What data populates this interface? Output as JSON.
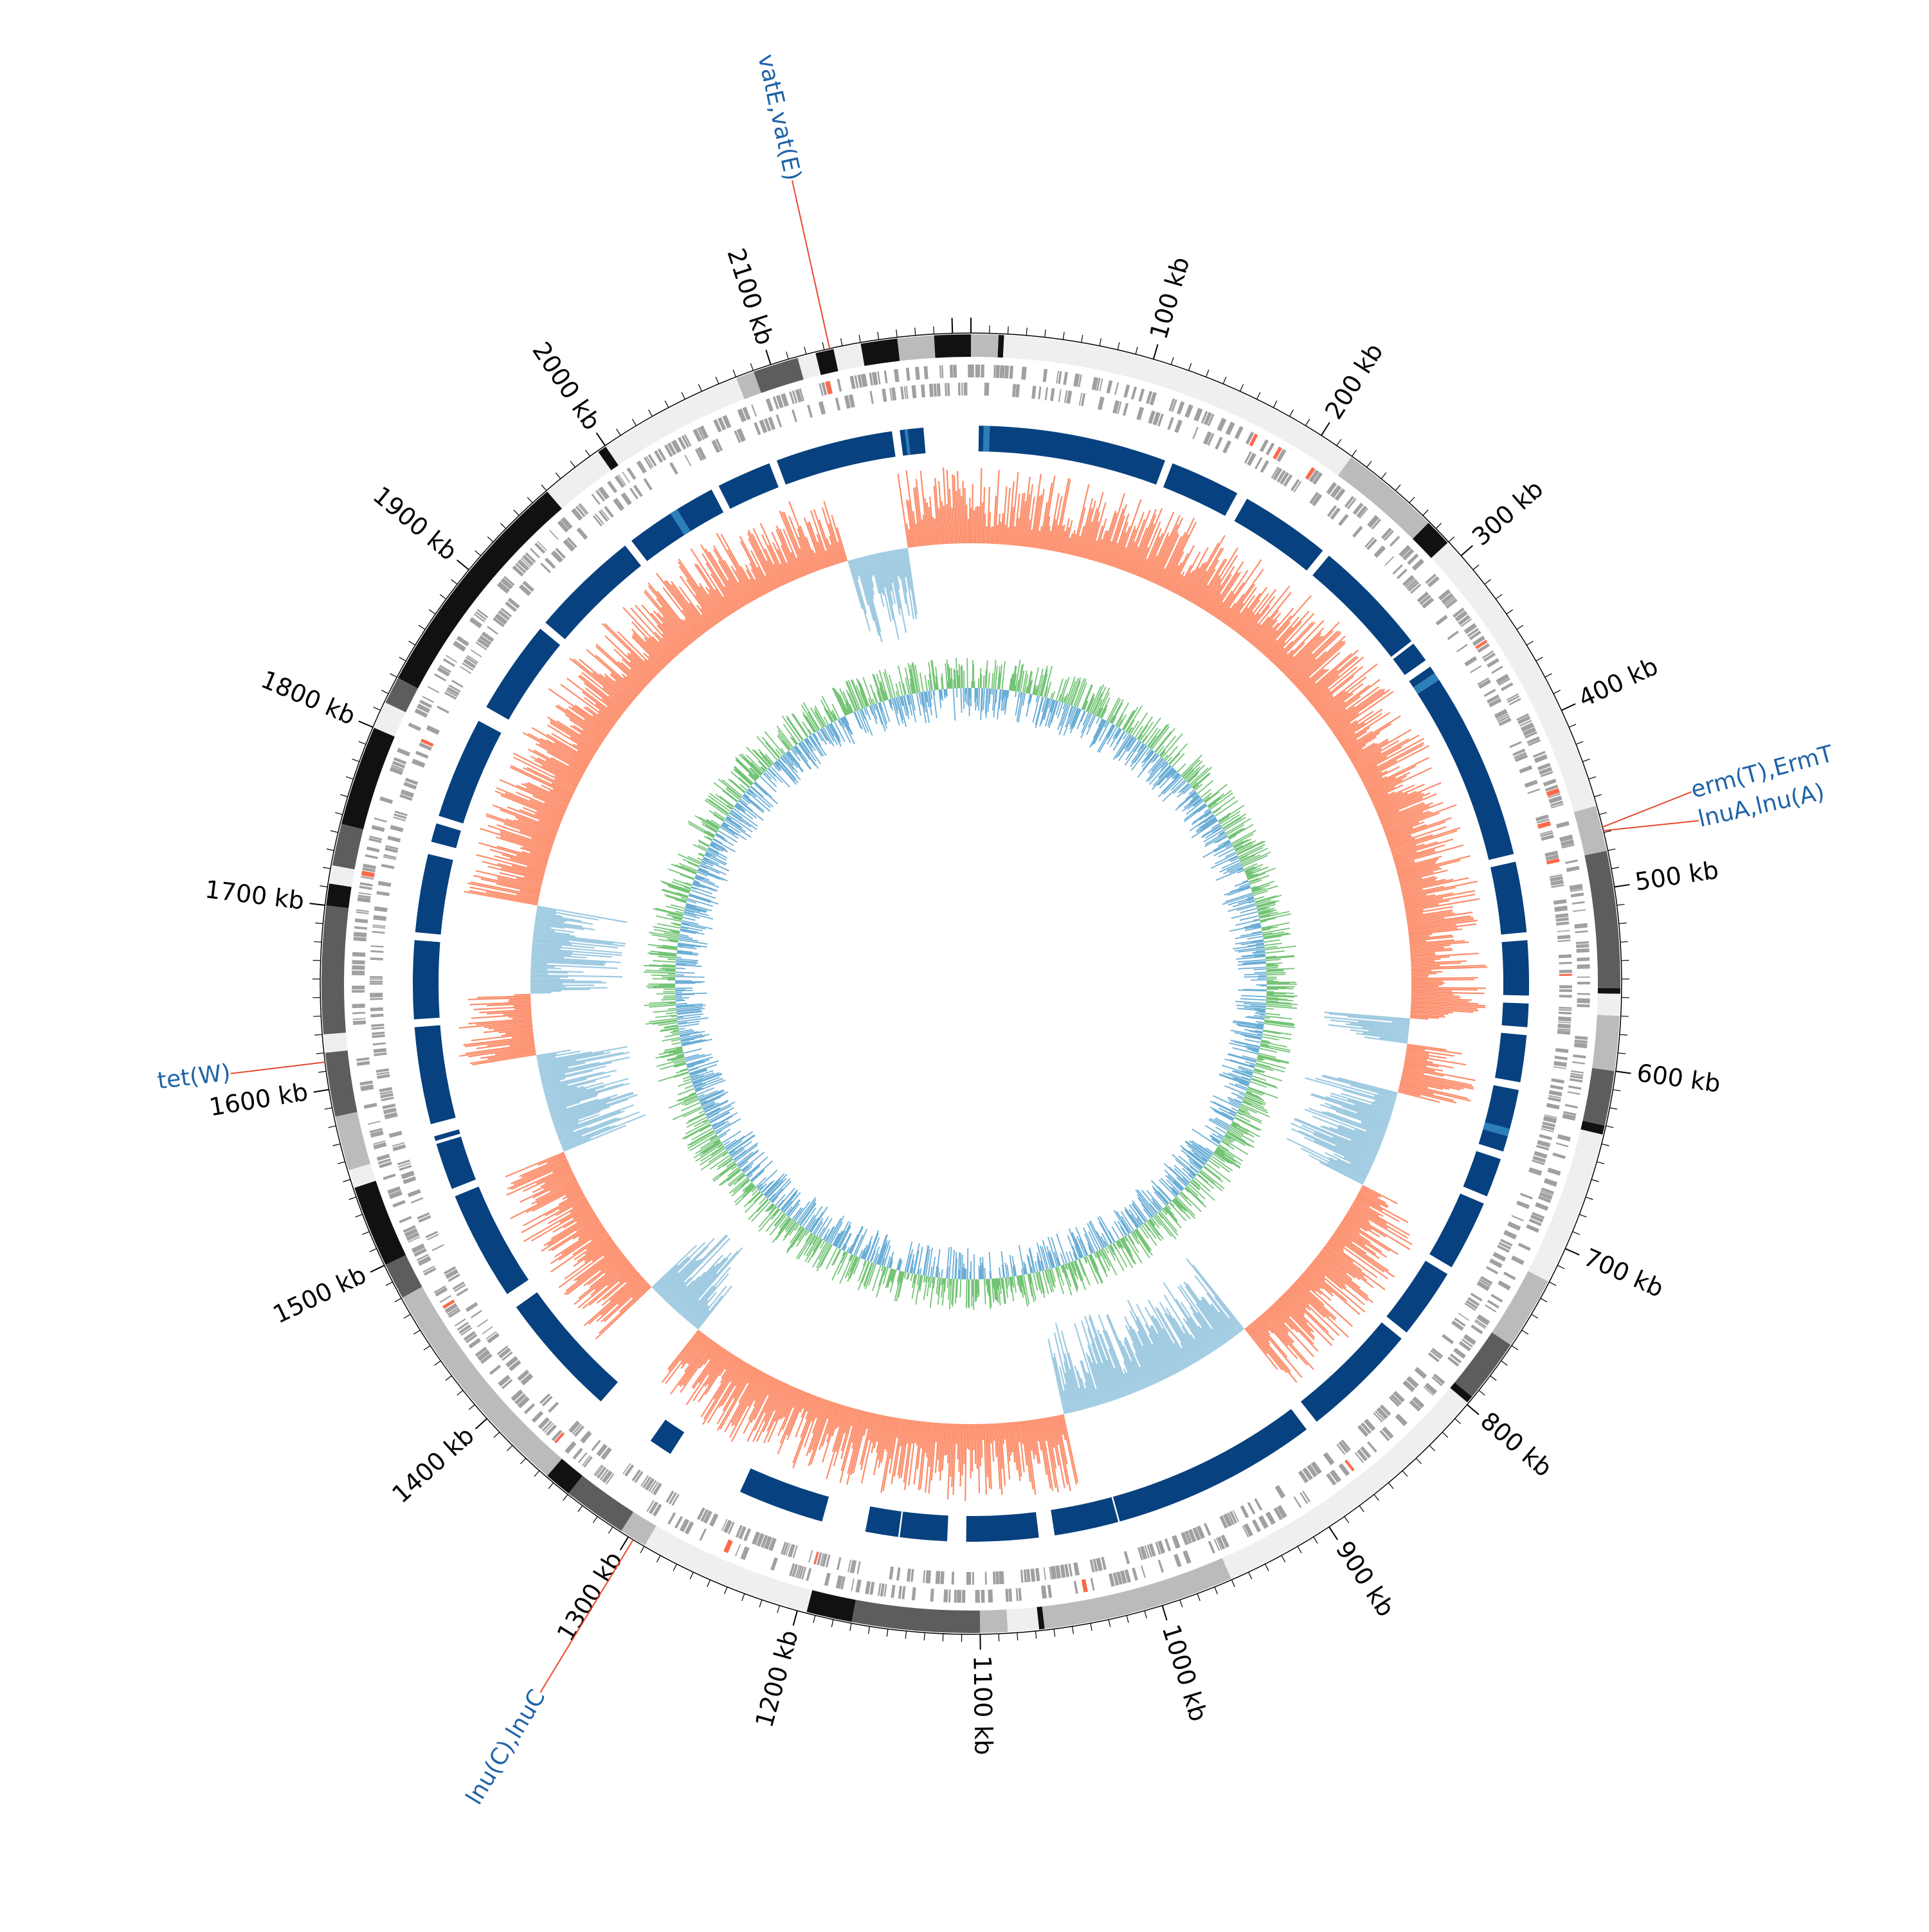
{
  "genome": {
    "length_kb": 2210,
    "tick_step_kb": 100
  },
  "scale_labels": [
    {
      "kb": 100,
      "label": "100 kb"
    },
    {
      "kb": 200,
      "label": "200 kb"
    },
    {
      "kb": 300,
      "label": "300 kb"
    },
    {
      "kb": 400,
      "label": "400 kb"
    },
    {
      "kb": 500,
      "label": "500 kb"
    },
    {
      "kb": 600,
      "label": "600 kb"
    },
    {
      "kb": 700,
      "label": "700 kb"
    },
    {
      "kb": 800,
      "label": "800 kb"
    },
    {
      "kb": 900,
      "label": "900 kb"
    },
    {
      "kb": 1000,
      "label": "1000 kb"
    },
    {
      "kb": 1100,
      "label": "1100 kb"
    },
    {
      "kb": 1200,
      "label": "1200 kb"
    },
    {
      "kb": 1300,
      "label": "1300 kb"
    },
    {
      "kb": 1400,
      "label": "1400 kb"
    },
    {
      "kb": 1500,
      "label": "1500 kb"
    },
    {
      "kb": 1600,
      "label": "1600 kb"
    },
    {
      "kb": 1700,
      "label": "1700 kb"
    },
    {
      "kb": 1800,
      "label": "1800 kb"
    },
    {
      "kb": 1900,
      "label": "1900 kb"
    },
    {
      "kb": 2000,
      "label": "2000 kb"
    },
    {
      "kb": 2100,
      "label": "2100 kb"
    }
  ],
  "gene_annotations": [
    {
      "kb": 2133,
      "label": "vatE,vat(E)"
    },
    {
      "kb": 467,
      "label": "erm(T),ErmT"
    },
    {
      "kb": 469,
      "label": "lnuA,lnu(A)"
    },
    {
      "kb": 1297,
      "label": "lnu(C),lnuC"
    },
    {
      "kb": 1615,
      "label": "tet(W)"
    }
  ],
  "contig_blocks": [
    {
      "start": 0,
      "end": 15,
      "shade": "#bbbbbb"
    },
    {
      "start": 15,
      "end": 18,
      "shade": "#111111"
    },
    {
      "start": 18,
      "end": 220,
      "shade": "#efefef"
    },
    {
      "start": 220,
      "end": 275,
      "shade": "#bbbbbb"
    },
    {
      "start": 275,
      "end": 290,
      "shade": "#111111"
    },
    {
      "start": 290,
      "end": 455,
      "shade": "#efefef"
    },
    {
      "start": 455,
      "end": 480,
      "shade": "#bbbbbb"
    },
    {
      "start": 480,
      "end": 555,
      "shade": "#5d5d5d"
    },
    {
      "start": 555,
      "end": 558,
      "shade": "#111111"
    },
    {
      "start": 558,
      "end": 570,
      "shade": "#efefef"
    },
    {
      "start": 570,
      "end": 600,
      "shade": "#bbbbbb"
    },
    {
      "start": 600,
      "end": 630,
      "shade": "#5d5d5d"
    },
    {
      "start": 630,
      "end": 635,
      "shade": "#111111"
    },
    {
      "start": 635,
      "end": 720,
      "shade": "#efefef"
    },
    {
      "start": 720,
      "end": 760,
      "shade": "#bbbbbb"
    },
    {
      "start": 760,
      "end": 795,
      "shade": "#5d5d5d"
    },
    {
      "start": 795,
      "end": 799,
      "shade": "#111111"
    },
    {
      "start": 799,
      "end": 960,
      "shade": "#efefef"
    },
    {
      "start": 960,
      "end": 1065,
      "shade": "#bbbbbb"
    },
    {
      "start": 1065,
      "end": 1068,
      "shade": "#111111"
    },
    {
      "start": 1068,
      "end": 1085,
      "shade": "#efefef"
    },
    {
      "start": 1085,
      "end": 1100,
      "shade": "#bbbbbb"
    },
    {
      "start": 1100,
      "end": 1170,
      "shade": "#5d5d5d"
    },
    {
      "start": 1170,
      "end": 1195,
      "shade": "#111111"
    },
    {
      "start": 1195,
      "end": 1290,
      "shade": "#efefef"
    },
    {
      "start": 1290,
      "end": 1305,
      "shade": "#bbbbbb"
    },
    {
      "start": 1305,
      "end": 1340,
      "shade": "#5d5d5d"
    },
    {
      "start": 1340,
      "end": 1355,
      "shade": "#111111"
    },
    {
      "start": 1355,
      "end": 1480,
      "shade": "#bbbbbb"
    },
    {
      "start": 1480,
      "end": 1500,
      "shade": "#5d5d5d"
    },
    {
      "start": 1500,
      "end": 1545,
      "shade": "#111111"
    },
    {
      "start": 1545,
      "end": 1555,
      "shade": "#efefef"
    },
    {
      "start": 1555,
      "end": 1585,
      "shade": "#bbbbbb"
    },
    {
      "start": 1585,
      "end": 1620,
      "shade": "#5d5d5d"
    },
    {
      "start": 1620,
      "end": 1630,
      "shade": "#efefef"
    },
    {
      "start": 1630,
      "end": 1700,
      "shade": "#5d5d5d"
    },
    {
      "start": 1700,
      "end": 1712,
      "shade": "#111111"
    },
    {
      "start": 1712,
      "end": 1722,
      "shade": "#efefef"
    },
    {
      "start": 1722,
      "end": 1745,
      "shade": "#5d5d5d"
    },
    {
      "start": 1745,
      "end": 1800,
      "shade": "#111111"
    },
    {
      "start": 1800,
      "end": 1815,
      "shade": "#efefef"
    },
    {
      "start": 1815,
      "end": 1830,
      "shade": "#5d5d5d"
    },
    {
      "start": 1830,
      "end": 1960,
      "shade": "#111111"
    },
    {
      "start": 1960,
      "end": 1995,
      "shade": "#efefef"
    },
    {
      "start": 1995,
      "end": 2000,
      "shade": "#111111"
    },
    {
      "start": 2000,
      "end": 2080,
      "shade": "#efefef"
    },
    {
      "start": 2080,
      "end": 2090,
      "shade": "#bbbbbb"
    },
    {
      "start": 2090,
      "end": 2115,
      "shade": "#5d5d5d"
    },
    {
      "start": 2115,
      "end": 2125,
      "shade": "#efefef"
    },
    {
      "start": 2125,
      "end": 2135,
      "shade": "#111111"
    },
    {
      "start": 2135,
      "end": 2150,
      "shade": "#efefef"
    },
    {
      "start": 2150,
      "end": 2170,
      "shade": "#111111"
    },
    {
      "start": 2170,
      "end": 2190,
      "shade": "#bbbbbb"
    },
    {
      "start": 2190,
      "end": 2210,
      "shade": "#111111"
    }
  ],
  "blast_segments": [
    [
      5,
      125
    ],
    [
      130,
      175
    ],
    [
      182,
      240
    ],
    [
      245,
      335
    ],
    [
      340,
      345
    ],
    [
      350,
      470
    ],
    [
      475,
      520
    ],
    [
      525,
      560
    ],
    [
      565,
      580
    ],
    [
      585,
      615
    ],
    [
      620,
      660
    ],
    [
      665,
      690
    ],
    [
      695,
      740
    ],
    [
      745,
      790
    ],
    [
      795,
      870
    ],
    [
      878,
      1052
    ],
    [
      1062,
      1108
    ],
    [
      1120,
      1172
    ],
    [
      1200,
      1255
    ],
    [
      1305,
      1320
    ],
    [
      1360,
      1440
    ],
    [
      1450,
      1520
    ],
    [
      1525,
      1560
    ],
    [
      1568,
      1630
    ],
    [
      1635,
      1685
    ],
    [
      1690,
      1740
    ],
    [
      1748,
      1760
    ],
    [
      1765,
      1830
    ],
    [
      1840,
      1900
    ],
    [
      1905,
      1975
    ],
    [
      1980,
      2040
    ],
    [
      2045,
      2080
    ],
    [
      2085,
      2160
    ],
    [
      2165,
      2180
    ]
  ],
  "colors": {
    "contig_background": "#efefef",
    "cds": "#a0a0a0",
    "cds_highlight": "#fb6a4a",
    "blast": "#08417f",
    "blast_highlight": "#2c7fb8",
    "gc_content_above": "#fc8d6a",
    "gc_content_below": "#9ecae1",
    "gc_skew_positive": "#74c476",
    "gc_skew_negative": "#6baed6",
    "annotation_text": "#1f63a8",
    "annotation_line": "#e8472f",
    "scale": "#000000"
  }
}
